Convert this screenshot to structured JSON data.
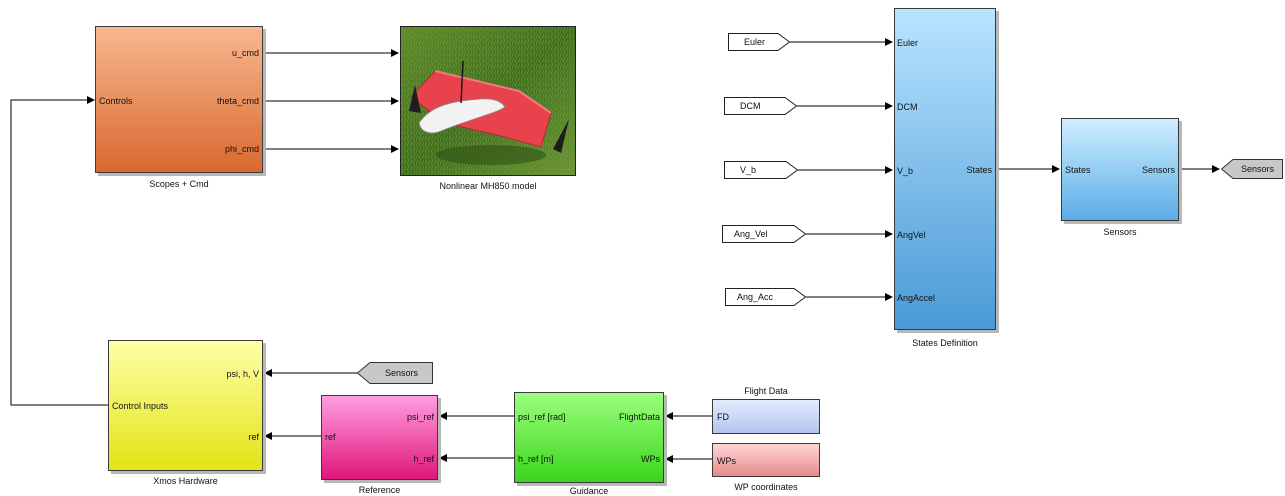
{
  "blocks": {
    "scopes": {
      "name": "Scopes + Cmd",
      "ports": {
        "controls": "Controls",
        "u_cmd": "u_cmd",
        "theta_cmd": "theta_cmd",
        "phi_cmd": "phi_cmd"
      }
    },
    "model": {
      "name": "Nonlinear MH850 model"
    },
    "states_def": {
      "name": "States Definition",
      "ports": {
        "euler": "Euler",
        "dcm": "DCM",
        "v_b": "V_b",
        "angvel": "AngVel",
        "angaccel": "AngAccel",
        "states": "States"
      }
    },
    "sensors": {
      "name": "Sensors",
      "ports": {
        "states": "States",
        "sensors": "Sensors"
      }
    },
    "xmos": {
      "name": "Xmos Hardware",
      "ports": {
        "psi_h_v": "psi, h, V",
        "control_inputs": "Control Inputs",
        "ref": "ref"
      }
    },
    "reference": {
      "name": "Reference",
      "ports": {
        "ref": "ref",
        "psi_ref": "psi_ref",
        "h_ref": "h_ref"
      }
    },
    "guidance": {
      "name": "Guidance",
      "ports": {
        "psi_ref_rad": "psi_ref [rad]",
        "flight_data": "FlightData",
        "h_ref_m": "h_ref [m]",
        "wps": "WPs"
      }
    },
    "flight_data": {
      "name": "Flight Data",
      "label": "FD"
    },
    "wp_coords": {
      "name": "WP coordinates",
      "label": "WPs"
    }
  },
  "tags": {
    "euler": "Euler",
    "dcm": "DCM",
    "v_b": "V_b",
    "ang_vel": "Ang_Vel",
    "ang_acc": "Ang_Acc",
    "sensors_out": "Sensors",
    "sensors_in": "Sensors"
  },
  "colors": {
    "scopes": "#e8824a",
    "states_def": "#6fb8ec",
    "sensors": "#7cc4f0",
    "xmos": "#f0f04a",
    "reference": "#f04aa6",
    "guidance": "#5ee63c",
    "flight_data": "#c8d4f8",
    "wp_coords": "#f0a8a8",
    "goto_tag": "#c8c8c8"
  }
}
